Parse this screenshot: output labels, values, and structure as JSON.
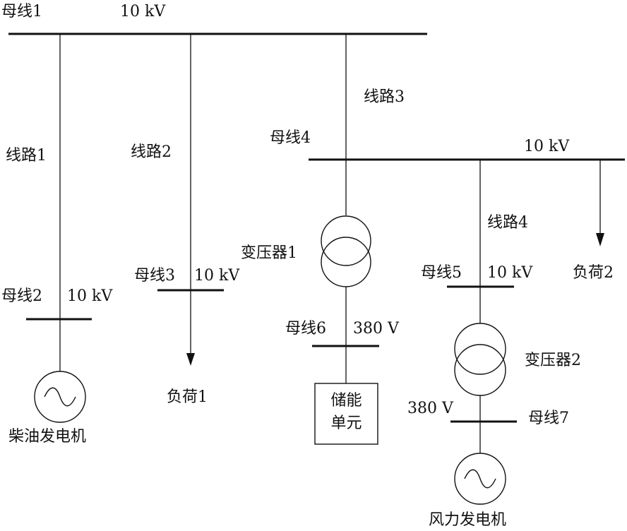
{
  "labels": {
    "bus1": "母线1",
    "bus1_voltage": "10 kV",
    "line1": "线路1",
    "line2": "线路2",
    "line3": "线路3",
    "bus4": "母线4",
    "bus4_voltage": "10 kV",
    "line4": "线路4",
    "transformer1": "变压器1",
    "bus3": "母线3",
    "bus3_voltage": "10 kV",
    "bus5": "母线5",
    "bus5_voltage": "10 kV",
    "load2": "负荷2",
    "bus2": "母线2",
    "bus2_voltage": "10 kV",
    "bus6": "母线6",
    "bus6_voltage": "380 V",
    "transformer2": "变压器2",
    "load1": "负荷1",
    "storage_line1": "储能",
    "storage_line2": "单元",
    "wt_voltage": "380 V",
    "bus7": "母线7",
    "diesel_gen": "柴油发电机",
    "wind_gen": "风力发电机"
  }
}
